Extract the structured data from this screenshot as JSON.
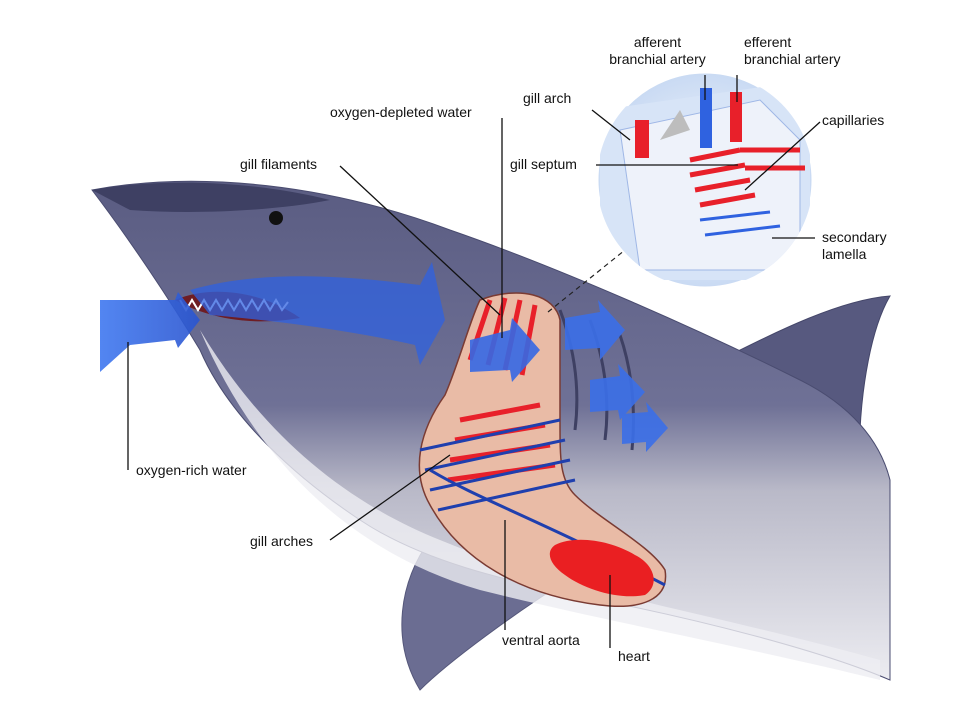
{
  "labels": {
    "afferent_line1": "afferent",
    "afferent_line2": "branchial artery",
    "efferent_line1": "efferent",
    "efferent_line2": "branchial artery",
    "gill_arch": "gill arch",
    "capillaries": "capillaries",
    "oxygen_depleted_water": "oxygen-depleted water",
    "gill_septum": "gill septum",
    "gill_filaments": "gill filaments",
    "secondary_lamella_line1": "secondary",
    "secondary_lamella_line2": "lamella",
    "oxygen_rich_water": "oxygen-rich water",
    "gill_arches": "gill arches",
    "ventral_aorta": "ventral aorta",
    "heart": "heart"
  },
  "colors": {
    "shark_dark": "#4b4d72",
    "shark_mid": "#6a6c93",
    "shark_belly": "#e4e4ea",
    "water_flow": "#2f62e0",
    "gill_cavity": "#e7b7a3",
    "blood_red": "#e8202a",
    "blood_blue": "#1f3fae",
    "inset_bg": "#e3ecf9"
  }
}
